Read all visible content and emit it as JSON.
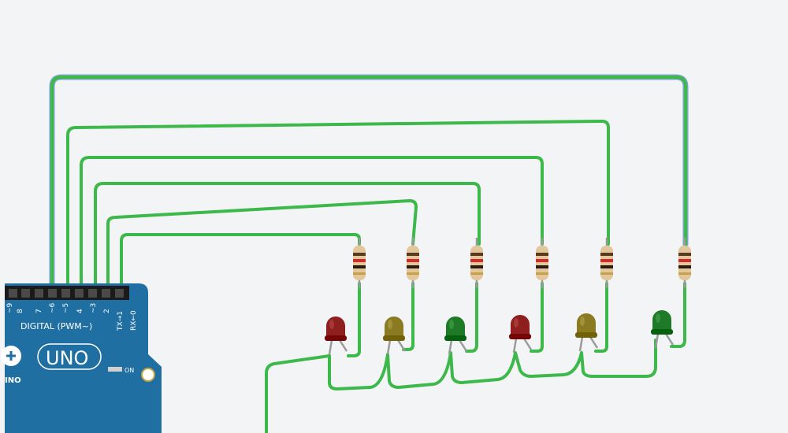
{
  "board": {
    "digital_label": "DIGITAL (PWM~)",
    "pin_labels": [
      "~9",
      "8",
      "7",
      "~6",
      "~5",
      "4",
      "~3",
      "2",
      "TX→1",
      "RX←0"
    ],
    "model": "UNO",
    "model_partial": "INO",
    "on_label": "ON",
    "board_color": "#1f6fa3"
  },
  "leds": [
    {
      "color": "red",
      "hex": "#8f1f1f"
    },
    {
      "color": "yellow",
      "hex": "#8a7a22"
    },
    {
      "color": "green",
      "hex": "#1f7a27"
    },
    {
      "color": "red",
      "hex": "#8f1f1f"
    },
    {
      "color": "yellow",
      "hex": "#8a7a22"
    },
    {
      "color": "green",
      "hex": "#1f7a27"
    }
  ],
  "wire_color": "#3db84a"
}
